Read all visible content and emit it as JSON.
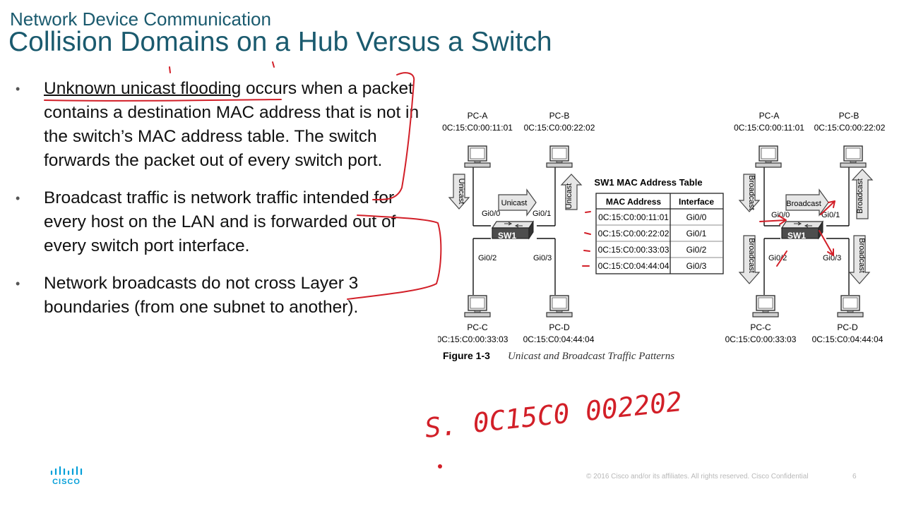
{
  "header": {
    "subtitle": "Network Device Communication",
    "title": "Collision Domains on a Hub Versus a Switch"
  },
  "bullets": [
    {
      "highlight": "Unknown unicast flooding",
      "text": " occurs when a packet contains a destination MAC address that is not in the switch’s MAC address table. The switch forwards the packet out of every switch port."
    },
    {
      "highlight": "",
      "text": "Broadcast traffic is network traffic intended for every host on the LAN and is forwarded out of every switch port interface."
    },
    {
      "highlight": "",
      "text": "Network broadcasts do not cross Layer 3 boundaries (from one subnet to another)."
    }
  ],
  "figure": {
    "caption_number": "Figure 1-3",
    "caption_text": "Unicast and Broadcast Traffic Patterns",
    "hosts": [
      {
        "name": "PC-A",
        "mac": "0C:15:C0:00:11:01"
      },
      {
        "name": "PC-B",
        "mac": "0C:15:C0:00:22:02"
      },
      {
        "name": "PC-C",
        "mac": "0C:15:C0:00:33:03"
      },
      {
        "name": "PC-D",
        "mac": "0C:15:C0:04:44:04"
      }
    ],
    "switch_name": "SW1",
    "ports": [
      "Gi0/0",
      "Gi0/1",
      "Gi0/2",
      "Gi0/3"
    ],
    "unicast_label": "Unicast",
    "broadcast_label": "Broadcast",
    "mac_table": {
      "title": "SW1 MAC Address Table",
      "headers": [
        "MAC Address",
        "Interface"
      ],
      "rows": [
        [
          "0C:15:C0:00:11:01",
          "Gi0/0"
        ],
        [
          "0C:15:C0:00:22:02",
          "Gi0/1"
        ],
        [
          "0C:15:C0:00:33:03",
          "Gi0/2"
        ],
        [
          "0C:15:C0:04:44:04",
          "Gi0/3"
        ]
      ]
    }
  },
  "handwriting": "S. 0C15C0 002202",
  "footer": {
    "logo_text": "CISCO",
    "copyright": "© 2016  Cisco and/or its affiliates. All rights reserved.   Cisco Confidential",
    "page_number": "6"
  },
  "colors": {
    "title": "#1a5a6e",
    "ink": "#d21f28",
    "logo": "#049fd9"
  }
}
